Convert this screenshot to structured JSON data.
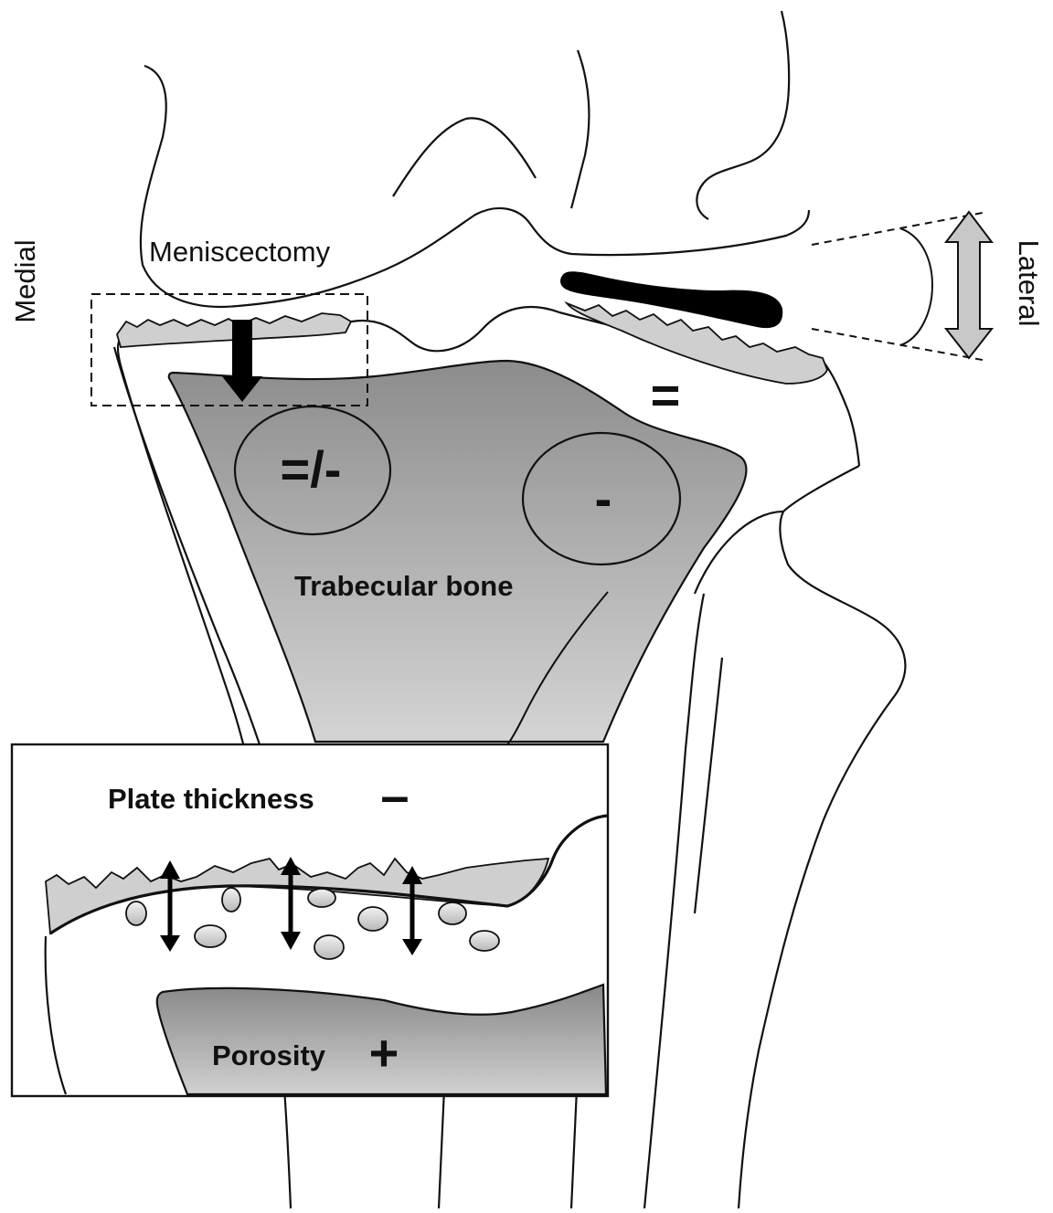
{
  "labels": {
    "medial": "Medial",
    "lateral": "Lateral",
    "meniscectomy": "Meniscectomy",
    "trabecular_bone": "Trabecular bone",
    "plate_thickness": "Plate thickness",
    "plate_thickness_change": "–",
    "porosity": "Porosity",
    "porosity_change": "+",
    "medial_region_change": "=/-",
    "lateral_region_change": "-",
    "lateral_cortex_change": "="
  },
  "colors": {
    "outline": "#111111",
    "trabecular_top": "#8f8f8f",
    "trabecular_bottom": "#d2d2d2",
    "cartilage": "#cfcfcf",
    "meniscus": "#000000",
    "arrow_fill": "#c8c8c8",
    "pore_fill": "#d0d0d0"
  },
  "icons": {
    "load_arrow": "down-arrow-icon",
    "thickness_arrows": "double-vertical-arrow-icon",
    "joint_space_arrow": "double-vertical-arrow-icon"
  }
}
